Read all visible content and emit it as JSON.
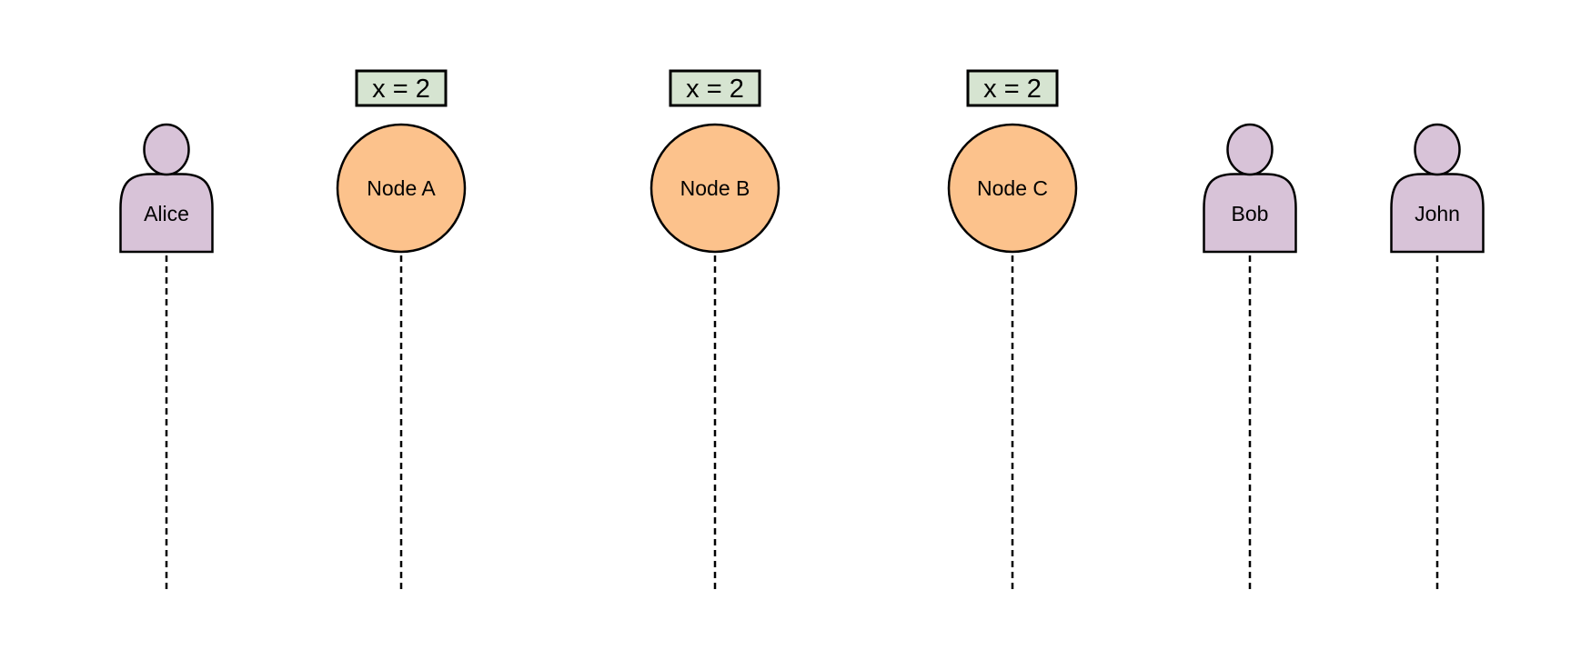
{
  "diagram": {
    "kind": "sequence-diagram-participants",
    "colors": {
      "background": "#ffffff",
      "actor_fill": "#d8c3d8",
      "node_fill": "#fcc28c",
      "state_fill": "#d6e4d1",
      "stroke": "#000000"
    },
    "participants": [
      {
        "id": "alice",
        "type": "actor",
        "label": "Alice"
      },
      {
        "id": "node-a",
        "type": "node",
        "label": "Node A",
        "state": "x = 2"
      },
      {
        "id": "node-b",
        "type": "node",
        "label": "Node B",
        "state": "x = 2"
      },
      {
        "id": "node-c",
        "type": "node",
        "label": "Node C",
        "state": "x = 2"
      },
      {
        "id": "bob",
        "type": "actor",
        "label": "Bob"
      },
      {
        "id": "john",
        "type": "actor",
        "label": "John"
      }
    ]
  }
}
